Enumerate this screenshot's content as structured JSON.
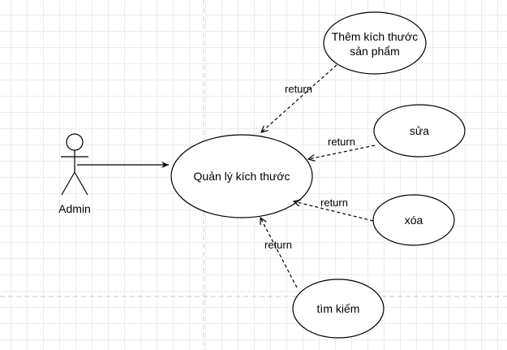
{
  "diagram": {
    "actor": {
      "label": "Admin"
    },
    "main_usecase": {
      "label": "Quản lý kích thước"
    },
    "usecases": {
      "add": {
        "line1": "Thêm kích thước",
        "line2": "sản phẩm"
      },
      "edit": {
        "label": "sửa"
      },
      "delete": {
        "label": "xóa"
      },
      "search": {
        "label": "tìm kiếm"
      }
    },
    "relations": {
      "add": "return",
      "edit": "return",
      "delete": "return",
      "search": "return"
    }
  }
}
